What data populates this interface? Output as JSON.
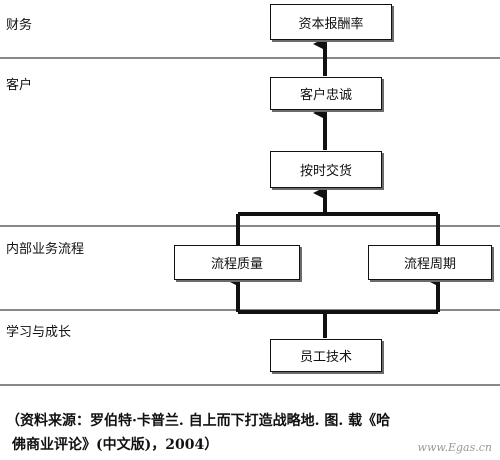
{
  "lanes": [
    {
      "id": "finance",
      "label": "财务"
    },
    {
      "id": "customer",
      "label": "客户"
    },
    {
      "id": "internal",
      "label": "内部业务流程"
    },
    {
      "id": "learning",
      "label": "学习与成长"
    }
  ],
  "nodes": {
    "roce": "资本报酬率",
    "loyalty": "客户忠诚",
    "ontime": "按时交货",
    "quality": "流程质量",
    "cycle": "流程周期",
    "skills": "员工技术"
  },
  "source_line1": "（资料来源：罗伯特·卡普兰. 自上而下打造战略地. 图. 载《哈",
  "source_line2": "佛商业评论》(中文版)，2004）",
  "watermark": "www.Egas.cn"
}
